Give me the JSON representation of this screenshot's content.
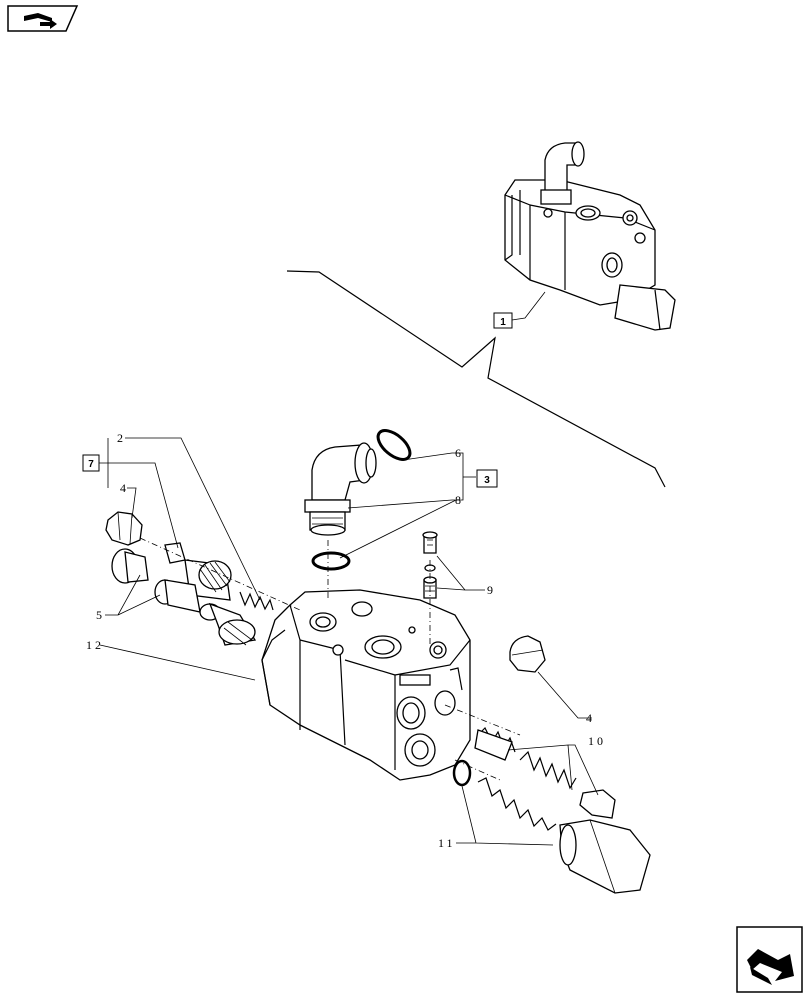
{
  "diagram": {
    "type": "exploded-parts-view",
    "callouts": {
      "c1": "1",
      "c2": "2",
      "c3": "3",
      "c4a": "4",
      "c4b": "4",
      "c5": "5",
      "c6": "6",
      "c7": "7",
      "c8": "8",
      "c9": "9",
      "c10": "10",
      "c11": "11",
      "c12": "12"
    },
    "icons": {
      "top_left": "flat-arrow-book-icon",
      "bottom_right": "return-arrow-icon"
    }
  }
}
